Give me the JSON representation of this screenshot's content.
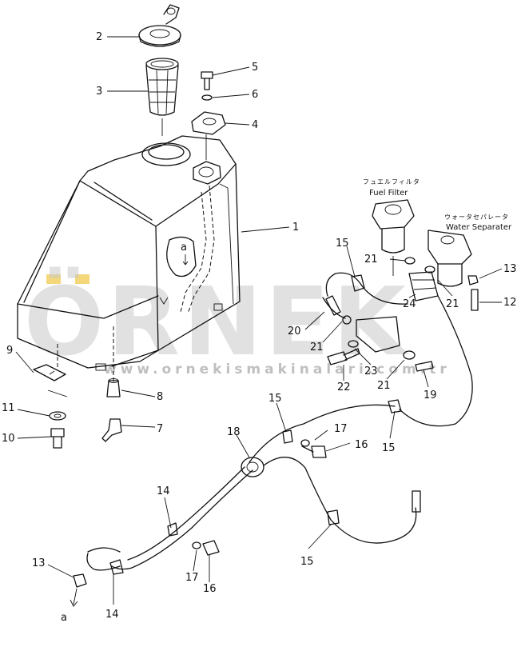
{
  "labels": {
    "fuel_filter_jp": "フュエルフィルタ",
    "fuel_filter": "Fuel Filter",
    "water_separator_jp": "ウォータセパレータ",
    "water_separator": "Water Separater",
    "ref_a_top": "a",
    "ref_a_bottom": "a"
  },
  "callouts": {
    "c1": "1",
    "c2": "2",
    "c3": "3",
    "c4": "4",
    "c5": "5",
    "c6": "6",
    "c7": "7",
    "c8": "8",
    "c9": "9",
    "c10": "10",
    "c11": "11",
    "c12": "12",
    "c13a": "13",
    "c13b": "13",
    "c14a": "14",
    "c14b": "14",
    "c15a": "15",
    "c15b": "15",
    "c15c": "15",
    "c15d": "15",
    "c16a": "16",
    "c16b": "16",
    "c17a": "17",
    "c17b": "17",
    "c18": "18",
    "c19": "19",
    "c20": "20",
    "c21a": "21",
    "c21b": "21",
    "c21c": "21",
    "c21d": "21",
    "c22": "22",
    "c23": "23",
    "c24": "24"
  },
  "watermark": {
    "brand": "ÖRNEK",
    "url": "www.ornekismakinalari.com.tr"
  }
}
